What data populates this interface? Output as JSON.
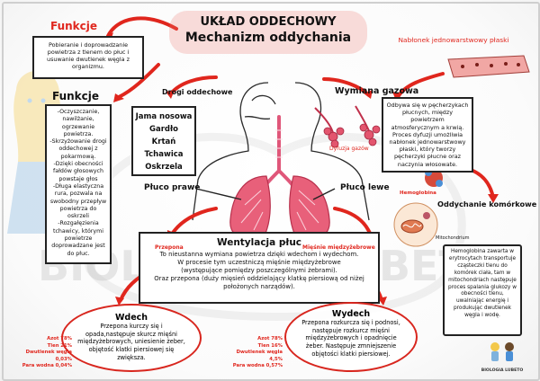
{
  "title": {
    "line1": "UKŁAD ODDECHOWY",
    "line2": "Mechanizm oddychania"
  },
  "funkcje_top": {
    "heading": "Funkcje",
    "text": "Pobieranie i doprowadzanie powietrza z tlenem do płuc i usuwanie dwutlenek węgla z organizmu."
  },
  "funkcje_left": {
    "heading": "Funkcje",
    "items": [
      "-Oczyszczanie, nawilżanie, ogrzewanie powietrza.",
      "-Skrzyżowanie drogi oddechowej z pokarmową.",
      "-Dzięki obecności fałdów głosowych powstaje głos",
      "-Długa elastyczna rura, pozwala na swobodny przepływ powietrza do oskrzeli",
      "-Rozgałęzienia tchawicy, którymi powietrze doprowadzane jest do płuc."
    ]
  },
  "drogi": {
    "label": "Drogi oddechowe",
    "items": [
      "Jama nosowa",
      "Gardło",
      "Krtań",
      "Tchawica",
      "Oskrzela"
    ]
  },
  "pluco_prawe": "Płuco prawe",
  "pluco_lewe": "Płuco lewe",
  "nablonek": "Nabłonek jednowarstwowy płaski",
  "wymiana": {
    "heading": "Wymiana gazowa",
    "text": "Odbywa się w pęcherzykach płucnych, między powietrzem atmosferycznym a krwią. Proces dyfuzji umożliwia nabłonek jednowarstwowy płaski, który tworzy pęcherzyki płucne oraz naczynia włosowate."
  },
  "dyfuzja": "Dyfuzja gazów",
  "hemoglobina_label": "Hemoglobina",
  "oddychanie": {
    "heading": "Oddychanie komórkowe",
    "mito_label": "Mitochondrium",
    "text": "Hemoglobina zawarta w erytrocytach transportuje cząsteczki tlenu do komórek ciała, tam w mitochondriach następuje proces spalania glukozy w obecności tlenu, uwalniając energię i produkując dwutlenek węgla i wodę."
  },
  "wentylacja": {
    "heading": "Wentylacja płuc",
    "przepona": "Przepona",
    "miesnie": "Mięśnie międzyżebrowe",
    "text": [
      "To nieustanna wymiana powietrza dzięki wdechom i wydechom.",
      "W procesie tym uczestniczą mięśnie międzyżebrowe",
      "(występujące pomiędzy poszczególnymi żebrami).",
      "Oraz przepona (duży mięsień oddzielający klatkę piersiową od niżej",
      "położonych narządów)."
    ]
  },
  "wdech": {
    "heading": "Wdech",
    "text": "Przepona kurczy się i opada,następuje skurcz mięśni międzyżebrowych, uniesienie żeber, objętość klatki piersiowej się zwiększa."
  },
  "wydech": {
    "heading": "Wydech",
    "text": "Przepona rozkurcza się i podnosi, następuje rozkurcz mięśni międzyżebrowych i opadnięcie żeber. Następuje zmniejszenie objętości klatki piersiowej."
  },
  "wdech_air": [
    "Azot 78%",
    "Tlen 21%",
    "Dwutlenek węgla 0,03%",
    "Para wodna 0,04%"
  ],
  "wydech_air": [
    "Azot 78%",
    "Tlen 16%",
    "Dwutlenek węgla 4,5%",
    "Para wodna 0,57%"
  ],
  "watermark": "BIOLOGIA Z LUBETO",
  "logo": "BIOLOGIA LUBETO",
  "colors": {
    "accent": "#e0261d",
    "ink": "#111111",
    "lung": "#e8607a"
  }
}
